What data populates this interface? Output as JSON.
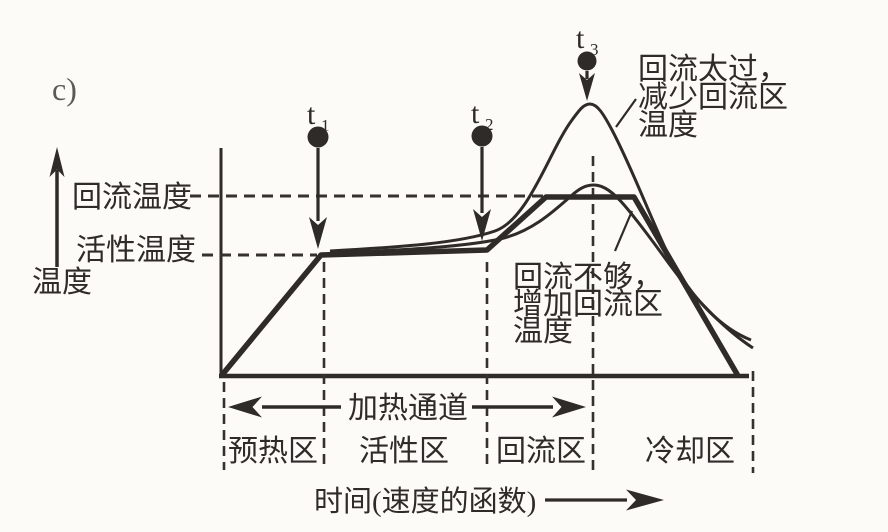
{
  "figure": {
    "panel_label": "c)",
    "y_axis_label": "温度",
    "reflow_temp_label": "回流温度",
    "activation_temp_label": "活性温度",
    "x_axis_label": "时间(速度的函数)",
    "heating_channel_label": "加热通道",
    "time_markers": [
      {
        "base": "t",
        "sub": "1"
      },
      {
        "base": "t",
        "sub": "2"
      },
      {
        "base": "t",
        "sub": "3"
      }
    ],
    "annotation_overshoot": [
      "回流太过，",
      "减少回流区",
      "温度"
    ],
    "annotation_undershoot": [
      "回流不够，",
      "增加回流区",
      "温度"
    ],
    "zones": [
      "预热区",
      "活性区",
      "回流区",
      "冷却区"
    ],
    "profile_levels": [
      "回流温度",
      "活性温度"
    ],
    "colors": {
      "ink": "#2e2b28",
      "paper": "#fcfbf8"
    }
  }
}
